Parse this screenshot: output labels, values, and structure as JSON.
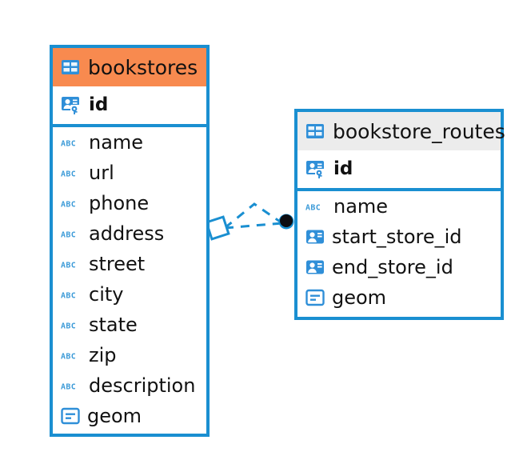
{
  "diagram": {
    "type": "entity-relationship-diagram",
    "background_color": "#ffffff",
    "accent_color": "#1a8fd1",
    "highlight_color": "#f88a4f",
    "header_plain_color": "#ececec",
    "relationship": {
      "name": "bookstores-to-bookstore-routes",
      "line_style": "dashed",
      "source_endpoint": "open-diamond",
      "target_endpoint": "filled-circle",
      "branches": 2
    }
  },
  "entities": [
    {
      "name": "bookstores",
      "title": "bookstores",
      "header_style": "accent",
      "table_icon": "table-icon",
      "primary_key": {
        "label": "id",
        "icon": "primary-key-icon"
      },
      "fields": [
        {
          "label": "name",
          "icon": "text-type-icon"
        },
        {
          "label": "url",
          "icon": "text-type-icon"
        },
        {
          "label": "phone",
          "icon": "text-type-icon"
        },
        {
          "label": "address",
          "icon": "text-type-icon"
        },
        {
          "label": "street",
          "icon": "text-type-icon"
        },
        {
          "label": "city",
          "icon": "text-type-icon"
        },
        {
          "label": "state",
          "icon": "text-type-icon"
        },
        {
          "label": "zip",
          "icon": "text-type-icon"
        },
        {
          "label": "description",
          "icon": "text-type-icon"
        },
        {
          "label": "geom",
          "icon": "geometry-type-icon"
        }
      ]
    },
    {
      "name": "bookstore_routes",
      "title": "bookstore_routes",
      "header_style": "plain",
      "table_icon": "table-icon",
      "primary_key": {
        "label": "id",
        "icon": "primary-key-icon"
      },
      "fields": [
        {
          "label": "name",
          "icon": "text-type-icon"
        },
        {
          "label": "start_store_id",
          "icon": "foreign-key-icon"
        },
        {
          "label": "end_store_id",
          "icon": "foreign-key-icon"
        },
        {
          "label": "geom",
          "icon": "geometry-type-icon"
        }
      ]
    }
  ]
}
